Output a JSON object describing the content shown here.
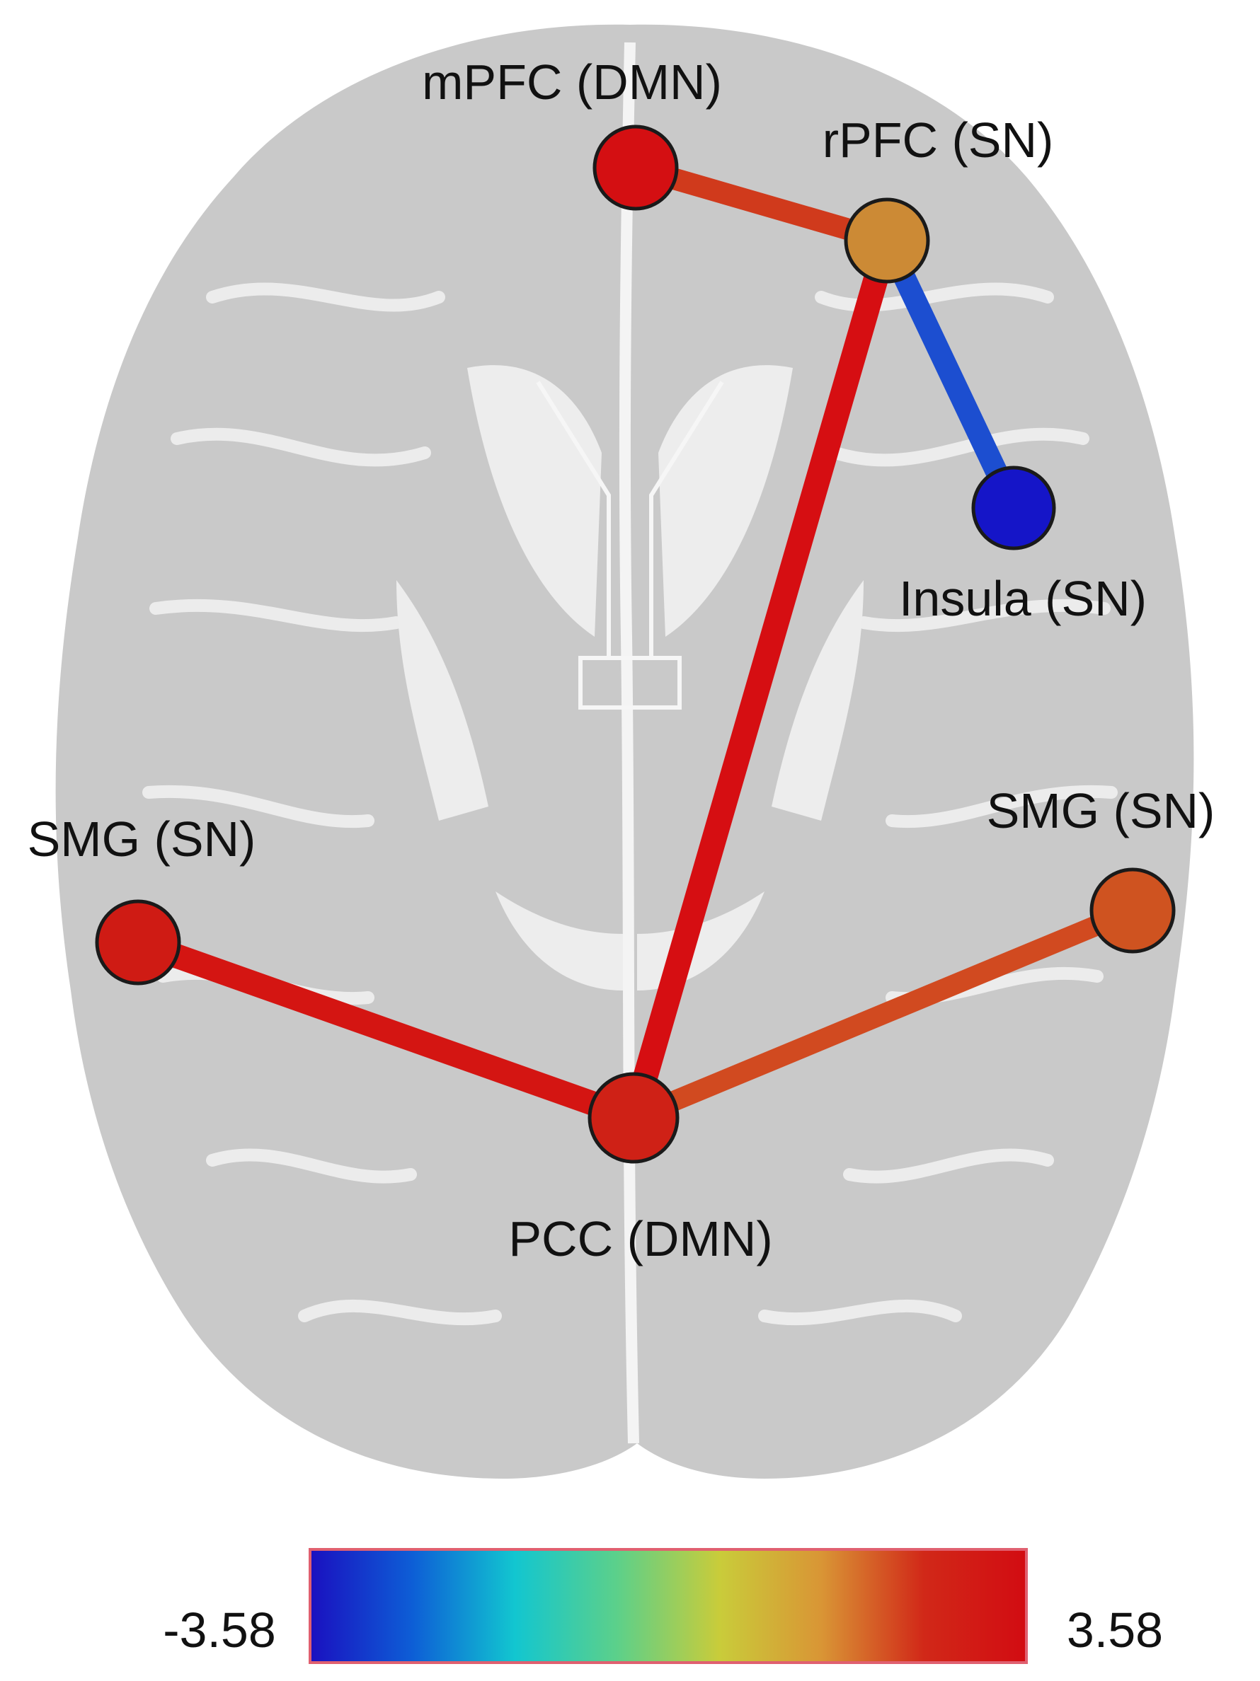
{
  "diagram": {
    "background": "brain-axial-slice-silhouette",
    "nodes": [
      {
        "id": "mpfc",
        "label": "mPFC (DMN)",
        "value": 3.3,
        "color": "#d40f12"
      },
      {
        "id": "rpfc",
        "label": "rPFC (SN)",
        "value": 1.2,
        "color": "#cc8a35"
      },
      {
        "id": "insula",
        "label": "Insula (SN)",
        "value": -3.5,
        "color": "#1515c8"
      },
      {
        "id": "smgl",
        "label": "SMG (SN)",
        "value": 3.3,
        "color": "#cf1b14"
      },
      {
        "id": "smgr",
        "label": "SMG (SN)",
        "value": 2.3,
        "color": "#cf5320"
      },
      {
        "id": "pcc",
        "label": "PCC (DMN)",
        "value": 3.2,
        "color": "#cf2116"
      }
    ],
    "edges": [
      {
        "source": "mpfc",
        "target": "rpfc",
        "value": 2.8,
        "color": "#d03a1c"
      },
      {
        "source": "rpfc",
        "target": "insula",
        "value": -2.9,
        "color": "#1c4ed0"
      },
      {
        "source": "rpfc",
        "target": "pcc",
        "value": 3.5,
        "color": "#d60e12"
      },
      {
        "source": "smgl",
        "target": "pcc",
        "value": 3.4,
        "color": "#d41512"
      },
      {
        "source": "smgr",
        "target": "pcc",
        "value": 2.5,
        "color": "#d14a20"
      }
    ]
  },
  "colorbar": {
    "min_label": "-3.58",
    "max_label": "3.58",
    "colors": [
      "#1a10c0",
      "#0d5ed6",
      "#12c6d0",
      "#5cd08a",
      "#c9cc3a",
      "#d99535",
      "#d12818",
      "#d20c12"
    ]
  }
}
